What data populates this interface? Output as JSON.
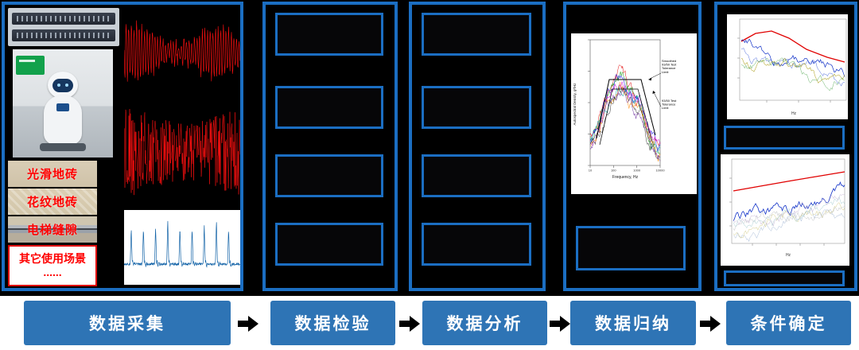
{
  "colors": {
    "background_top": "#000000",
    "background_bottom": "#ffffff",
    "panel_border": "#1b6ec2",
    "button_bg": "#2e74b5",
    "button_text": "#ffffff",
    "signal_red": "#ff1010",
    "signal_blue": "#1464a8",
    "scene_label_red": "#ff0000",
    "spectra": [
      "#e00000",
      "#009000",
      "#0000e0",
      "#cc00cc",
      "#00a8a8",
      "#282828",
      "#ff8800",
      "#7030a0"
    ]
  },
  "pipeline": {
    "steps": [
      {
        "label": "数据采集"
      },
      {
        "label": "数据检验"
      },
      {
        "label": "数据分析"
      },
      {
        "label": "数据归纳"
      },
      {
        "label": "条件确定"
      }
    ]
  },
  "collection_panel": {
    "scene_photos": [
      {
        "label": "光滑地砖"
      },
      {
        "label": "花纹地砖"
      },
      {
        "label": "电梯缝隙"
      }
    ],
    "other_scene": {
      "line1": "其它使用场景",
      "line2": "......"
    }
  },
  "analysis_plot": {
    "ylabel": "Autospectral Density, g²/Hz",
    "xlabel": "Frequency, Hz",
    "xticks": [
      "10",
      "100",
      "1000",
      "10000"
    ],
    "annotations": [
      {
        "lines": [
          "Smoothed",
          "93/50 Test",
          "Tolerance",
          "Limit"
        ]
      },
      {
        "lines": [
          "93/50 Test",
          "Tolerance",
          "Limit"
        ]
      }
    ]
  },
  "result_plots": {
    "top": {
      "xlabel": "Hz"
    },
    "bottom": {
      "xlabel": "Hz"
    }
  },
  "chart_data": [
    {
      "type": "line",
      "panel": "数据采集",
      "content": "red vibration time-history signal, amplitude-modulated",
      "line_color": "#ff1010"
    },
    {
      "type": "line",
      "panel": "数据采集",
      "content": "red dense broadband vibration time-history signal",
      "line_color": "#ff1010"
    },
    {
      "type": "line",
      "panel": "数据采集",
      "content": "blue periodic impact spike train on white background",
      "line_color": "#1464a8"
    },
    {
      "type": "line",
      "panel": "数据归纳",
      "xlabel": "Frequency, Hz",
      "ylabel": "Autospectral Density, g²/Hz",
      "x_scale": "log",
      "xticks": [
        "10",
        "100",
        "1000",
        "10000"
      ],
      "content": "multiple colored autospectral density curves with black trapezoidal tolerance envelopes",
      "annotations": [
        "Smoothed 93/50 Test Tolerance Limit",
        "93/50 Test Tolerance Limit"
      ]
    },
    {
      "type": "line",
      "panel": "条件确定",
      "xlabel": "Hz",
      "content": "red tolerance envelope above blue/olive/green noisy spectra"
    },
    {
      "type": "line",
      "panel": "条件确定",
      "xlabel": "Hz",
      "content": "red limit line above blue spectrum and several faint gray/yellow spectra"
    }
  ]
}
